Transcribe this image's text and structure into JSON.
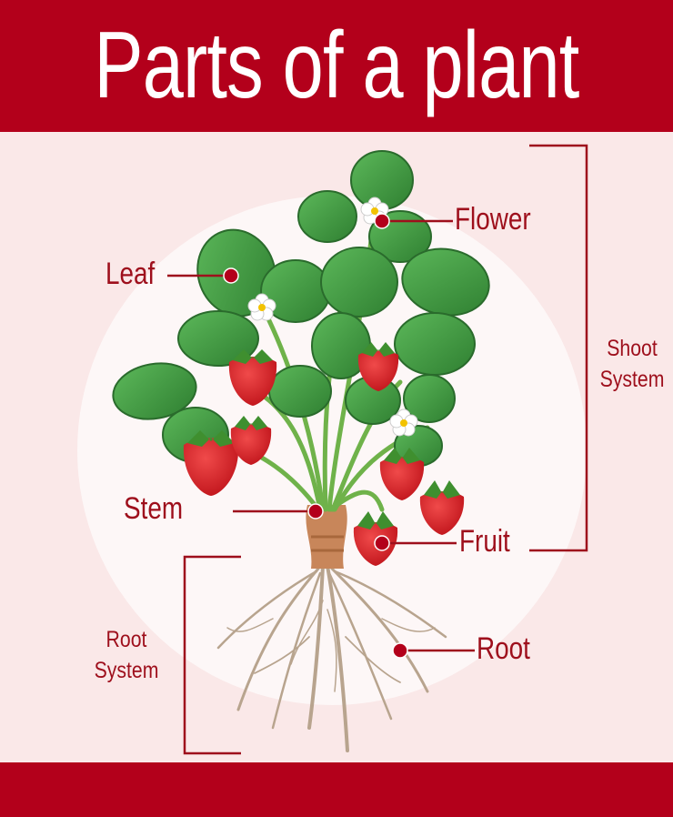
{
  "title": "Parts of a plant",
  "labels": {
    "flower": "Flower",
    "leaf": "Leaf",
    "stem": "Stem",
    "fruit": "Fruit",
    "root": "Root"
  },
  "systems": {
    "shoot_line1": "Shoot",
    "shoot_line2": "System",
    "root_line1": "Root",
    "root_line2": "System"
  },
  "colors": {
    "banner": "#b3001b",
    "background": "#fae8e8",
    "label_text": "#9e0f1c",
    "leaf_green": "#3f9a3c",
    "strawberry_red": "#d62025"
  }
}
